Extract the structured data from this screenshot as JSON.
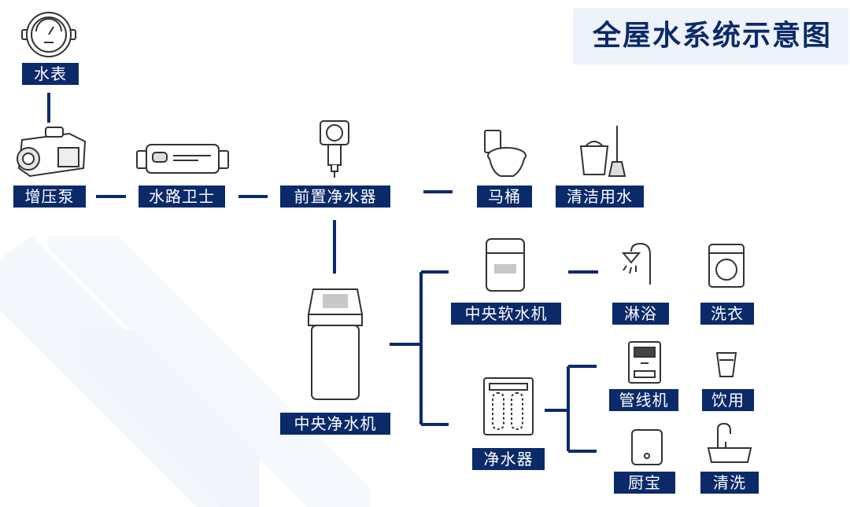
{
  "title": "全屋水系统示意图",
  "nodes": {
    "water_meter": "水表",
    "booster_pump": "增压泵",
    "water_guard": "水路卫士",
    "pre_filter": "前置净水器",
    "toilet": "马桶",
    "cleaning_water": "清洁用水",
    "central_softener": "中央软水机",
    "shower": "淋浴",
    "laundry": "洗衣",
    "central_purifier": "中央净水机",
    "pipeline_dispenser": "管线机",
    "drinking": "饮用",
    "water_purifier": "净水器",
    "kitchen_heater": "厨宝",
    "washing": "清洗"
  },
  "colors": {
    "primary": "#0b2a69",
    "background_shape": "#eef3fb",
    "icon_stroke": "#333333",
    "icon_fill_gray": "#c8c8c8"
  }
}
